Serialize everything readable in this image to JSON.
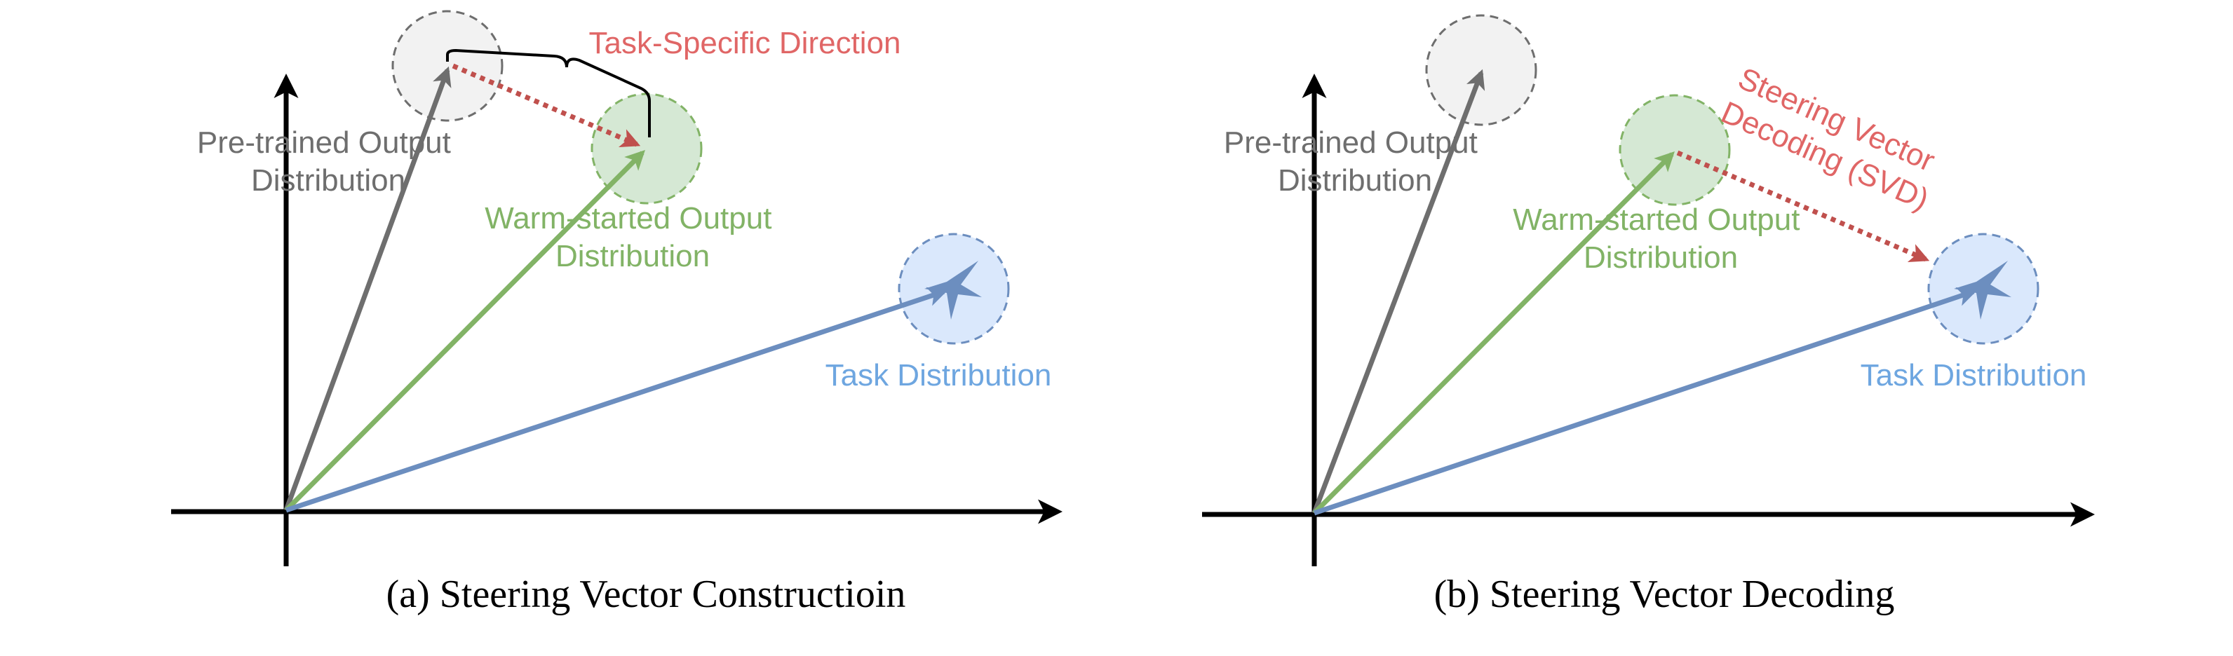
{
  "panels": [
    {
      "caption": "(a) Steering Vector Constructioin",
      "pretrained_label": [
        "Pre-trained Output",
        "Distribution"
      ],
      "warm_label": [
        "Warm-started Output",
        "Distribution"
      ],
      "task_label": "Task Distribution",
      "direction_label": [
        "Task-Specific Direction"
      ]
    },
    {
      "caption": "(b) Steering Vector Decoding",
      "pretrained_label": [
        "Pre-trained Output",
        "Distribution"
      ],
      "warm_label": [
        "Warm-started Output",
        "Distribution"
      ],
      "task_label": "Task Distribution",
      "direction_label": [
        "Steering Vector",
        "Decoding (SVD)"
      ]
    }
  ],
  "colors": {
    "pretrained": "#6e6e6e",
    "pretrained_circle_fill": "#f2f2f2",
    "warm": "#82b366",
    "warm_circle_fill": "#d5e8d4",
    "task": "#6c8ebf",
    "task_circle_fill": "#dae8fc",
    "task_label": "#6ea6e0",
    "direction": "#c0504d",
    "direction_label": "#e06666",
    "axis": "#000000"
  }
}
